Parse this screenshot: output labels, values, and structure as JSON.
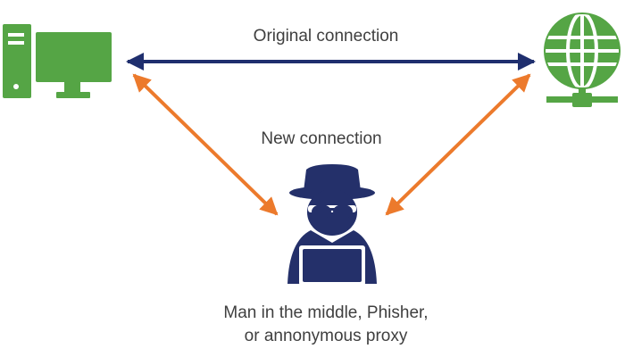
{
  "connections": {
    "original": "Original connection",
    "new": "New connection"
  },
  "attacker": {
    "caption_line1": "Man in the middle, Phisher,",
    "caption_line2": "or annonymous proxy"
  },
  "colors": {
    "device_green": "#55a545",
    "original_line": "#1f2f6e",
    "new_line": "#ec7a2c",
    "attacker_navy": "#24306a",
    "text": "#3f3f3f"
  },
  "icons": {
    "client": "desktop-computer-icon",
    "server": "globe-network-icon",
    "attacker": "hacker-spy-icon"
  }
}
